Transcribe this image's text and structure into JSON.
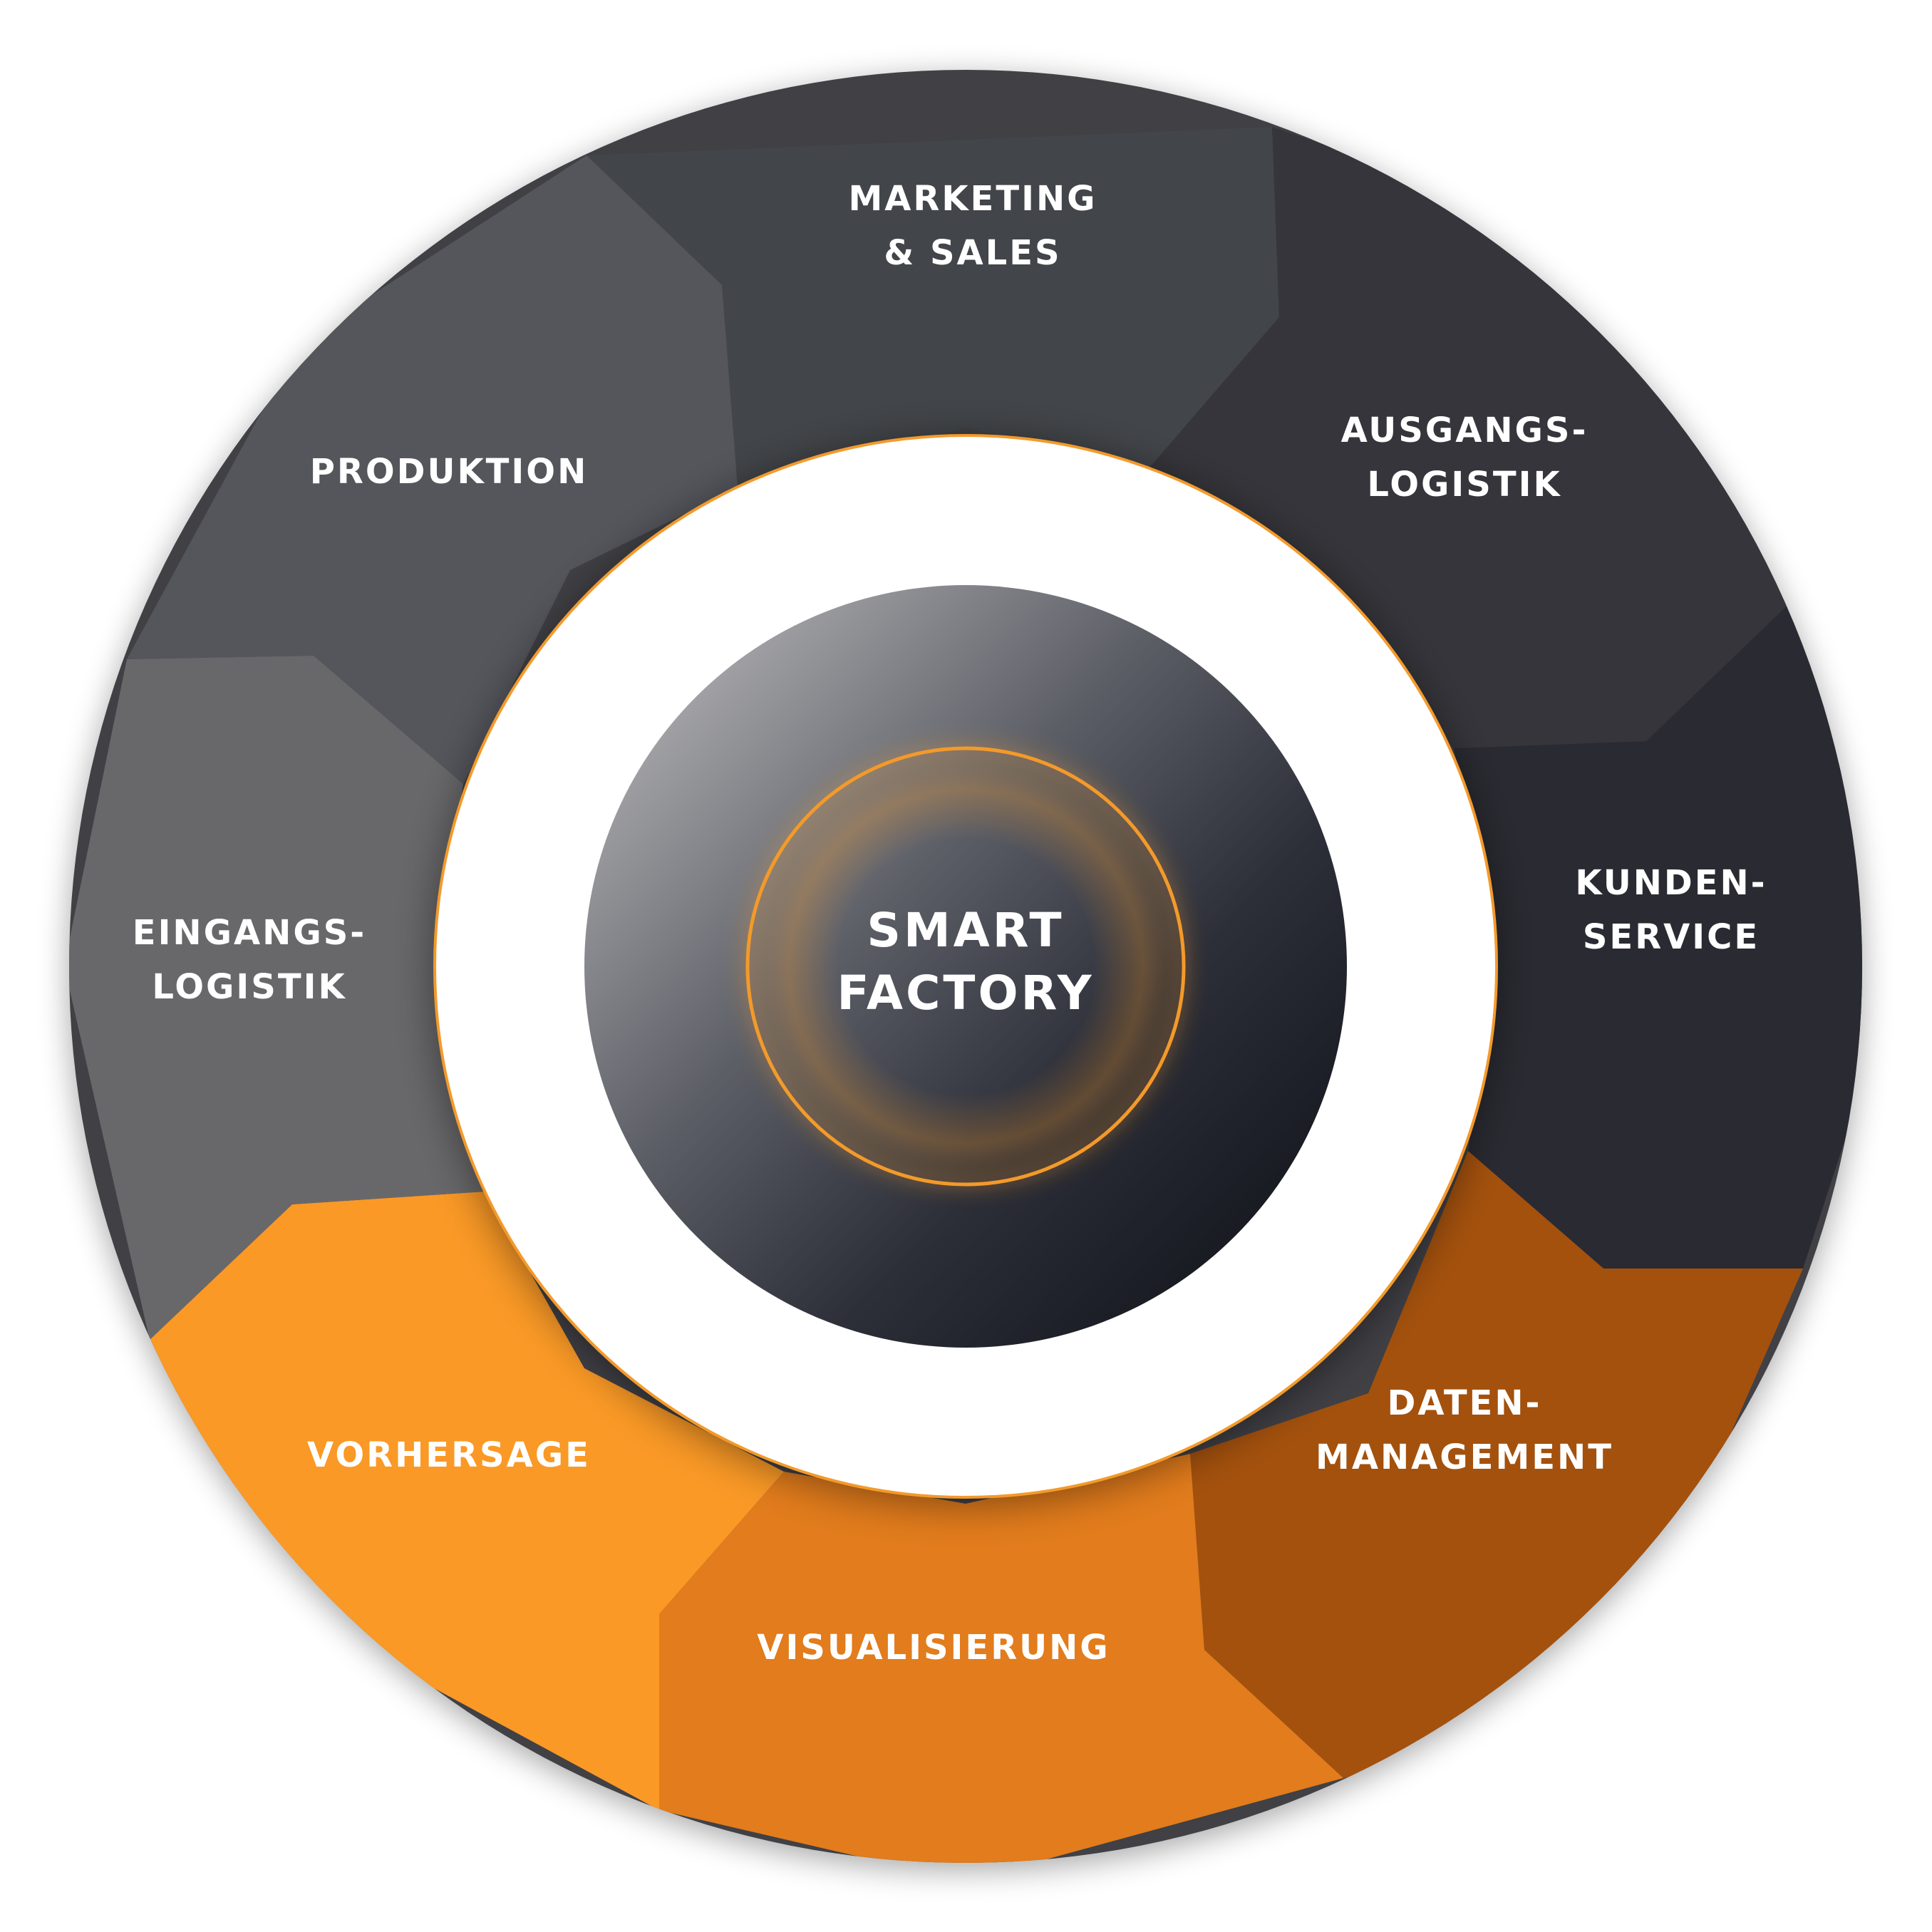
{
  "center": {
    "line1": "SMART",
    "line2": "FACTORY"
  },
  "segments": [
    {
      "id": "marketing",
      "line1": "MARKETING",
      "line2": "& SALES",
      "color": "#424449"
    },
    {
      "id": "ausgangslogistik",
      "line1": "AUSGANGS-",
      "line2": "LOGISTIK",
      "color": "#34363a"
    },
    {
      "id": "kundenservice",
      "line1": "KUNDEN-",
      "line2": "SERVICE",
      "color": "#2a2c30"
    },
    {
      "id": "datenmanagement",
      "line1": "DATEN-",
      "line2": "MANAGEMENT",
      "color": "#a4510f"
    },
    {
      "id": "visualisierung",
      "line1": "VISUALISIERUNG",
      "line2": "",
      "color": "#e27c1b"
    },
    {
      "id": "vorhersage",
      "line1": "VORHERSAGE",
      "line2": "",
      "color": "#fa9925"
    },
    {
      "id": "eingangslogistik",
      "line1": "EINGANGS-",
      "line2": "LOGISTIK",
      "color": "#67686b"
    },
    {
      "id": "produktion",
      "line1": "PRODUKTION",
      "line2": "",
      "color": "#54565b"
    }
  ],
  "colors": {
    "accent": "#f39a2c",
    "ring_gap": "#ffffff",
    "core_dark": "#16181f",
    "core_light": "#a7a7aa"
  }
}
